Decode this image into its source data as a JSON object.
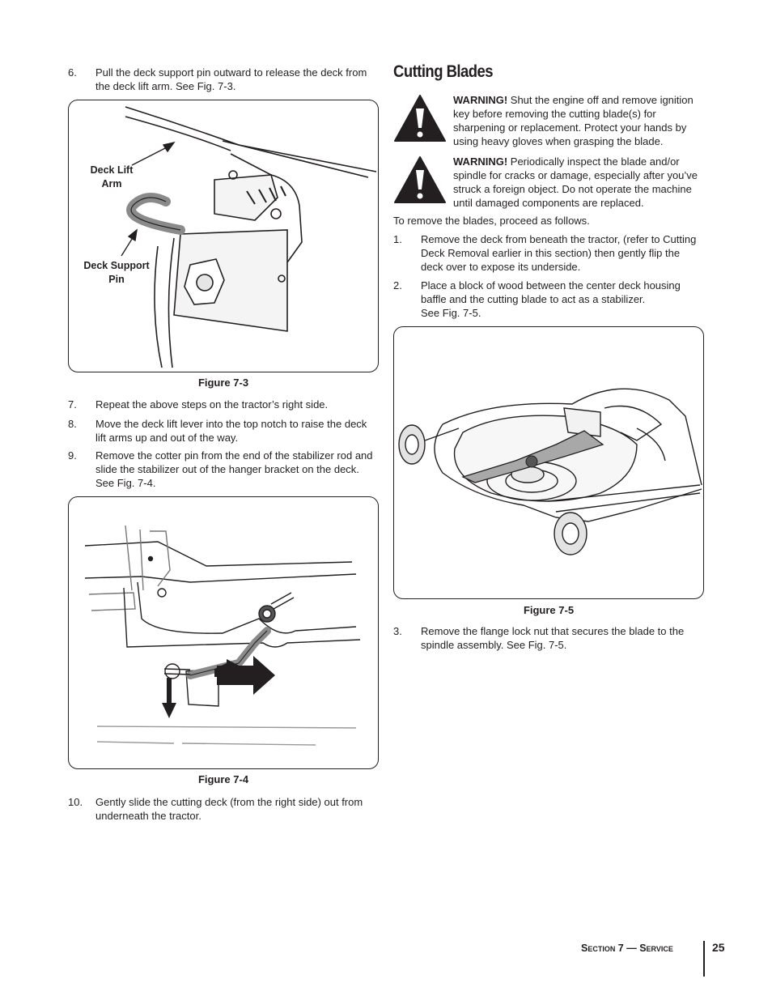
{
  "left_column": {
    "step6": {
      "num": "6.",
      "text": "Pull the deck support pin outward to release the deck from the deck lift arm. See Fig. 7-3."
    },
    "figure3": {
      "callout_deck_lift_arm": [
        "Deck Lift",
        "Arm"
      ],
      "callout_deck_support_pin": [
        "Deck Support",
        "Pin"
      ],
      "caption": "Figure 7-3"
    },
    "step7": {
      "num": "7.",
      "text": "Repeat the above steps on the tractor’s right side."
    },
    "step8": {
      "num": "8.",
      "text": "Move the deck lift lever into the top notch to raise the deck lift arms up and out of the way."
    },
    "step9": {
      "num": "9.",
      "text": "Remove the cotter pin from the end of the stabilizer rod and slide the stabilizer out of the hanger bracket on the deck. See Fig. 7-4."
    },
    "figure4": {
      "caption": "Figure 7-4"
    },
    "step10": {
      "num": "10.",
      "text": "Gently slide the cutting deck (from the right side) out from underneath the tractor."
    }
  },
  "right_column": {
    "heading": "Cutting Blades",
    "warning1": {
      "label": "WARNING!",
      "text": " Shut the engine off and remove ignition key before removing the cutting blade(s) for sharpening or replacement. Protect your hands by using heavy gloves when grasping the blade."
    },
    "warning2": {
      "label": "WARNING!",
      "text": " Periodically inspect the blade and/or spindle for cracks or damage, especially after you’ve struck a foreign object. Do not operate the machine until  damaged components are replaced."
    },
    "intro": "To remove the blades, proceed as follows.",
    "step1": {
      "num": "1.",
      "text": "Remove the deck from beneath the tractor, (refer to Cutting Deck Removal earlier in this section) then gently flip the deck over to expose its underside."
    },
    "step2": {
      "num": "2.",
      "text": "Place a block of wood between the center deck housing baffle and the cutting blade to act as a stabilizer.",
      "text2": "See Fig. 7-5."
    },
    "figure5": {
      "caption": "Figure 7-5"
    },
    "step3": {
      "num": "3.",
      "text": "Remove the flange lock nut that secures the blade to the spindle assembly. See Fig. 7-5."
    }
  },
  "footer": {
    "section": "Section 7 — Service",
    "page": "25"
  },
  "icons": {
    "warning": "warning-triangle-exclamation-icon"
  }
}
